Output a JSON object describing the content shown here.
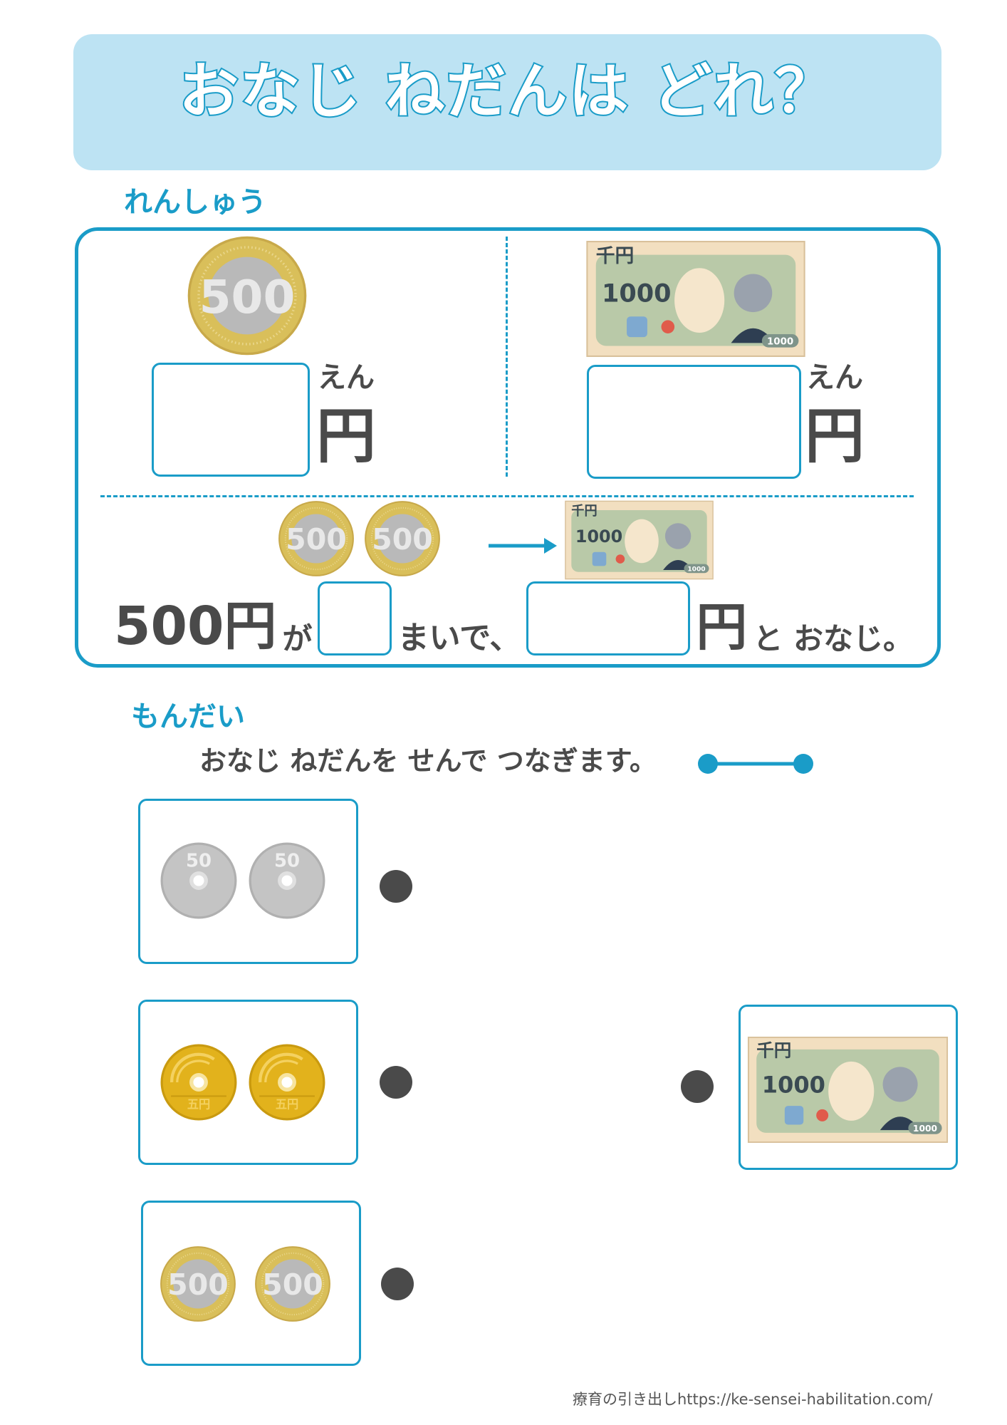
{
  "title": "おなじ ねだんは どれ？",
  "practice": {
    "heading": "れんしゅう",
    "left_ruby": "えん",
    "left_unit": "円",
    "right_ruby": "えん",
    "right_unit": "円",
    "sentence": {
      "part1": "500円",
      "part2": "が",
      "part3": "まいで、",
      "part4": "円",
      "part5": "と おなじ。"
    }
  },
  "problem": {
    "heading": "もんだい",
    "instruction": "おなじ ねだんを せんで つなぎます。"
  },
  "coin_labels": {
    "c500": "500",
    "c50": "50",
    "c5": "五円"
  },
  "bill_labels": {
    "kanji": "千円",
    "value": "1000",
    "corner": "1000"
  },
  "colors": {
    "accent": "#1a9cc8",
    "title_bg": "#bde3f3",
    "text": "#4a4a4a"
  },
  "footer": "療育の引き出しhttps://ke-sensei-habilitation.com/"
}
